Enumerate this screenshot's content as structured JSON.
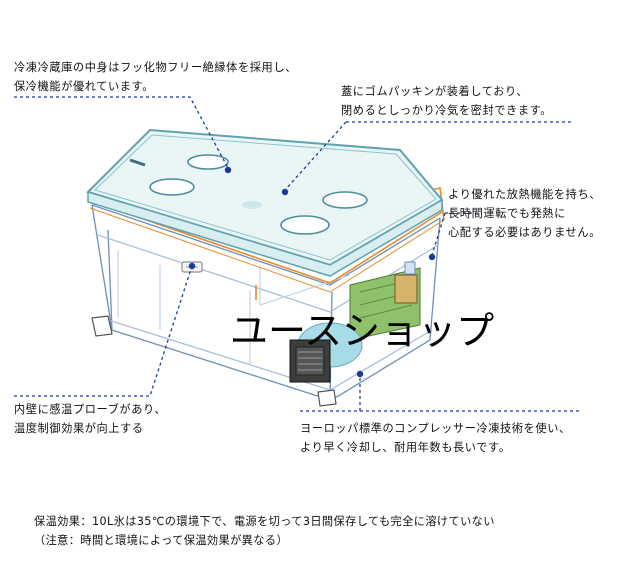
{
  "callouts": {
    "insulation": {
      "line1": "冷凍冷蔵庫の中身はフッ化物フリー絶縁体を採用し、",
      "line2": "保冷機能が優れています。"
    },
    "lid_seal": {
      "line1": "蓋にゴムパッキンが装着しており、",
      "line2": "閉めるとしっかり冷気を密封できます。"
    },
    "heat_dissipation": {
      "line1": "より優れた放熱機能を持ち、",
      "line2": "長時間運転でも発熱に",
      "line3": "心配する必要はありません。"
    },
    "temp_probe": {
      "line1": "内壁に感温プローブがあり、",
      "line2": "温度制御効果が向上する"
    },
    "compressor": {
      "line1": "ヨーロッパ標準のコンプレッサー冷凍技術を使い、",
      "line2": "より早く冷却し、耐用年数も長いです。"
    }
  },
  "note": {
    "line1": "保温効果：10L氷は35℃の環境下で、電源を切って3日間保存しても完全に溶けていない",
    "line2": "（注意：時間と環境によって保温効果が異なる）"
  },
  "watermark": "ユースショップ",
  "colors": {
    "leader": "#1a3a9a",
    "lid": "#5fa3b0",
    "accent_orange": "#e8892a",
    "body_line": "#6f8fb8",
    "pcb_green": "#8fc06a"
  }
}
